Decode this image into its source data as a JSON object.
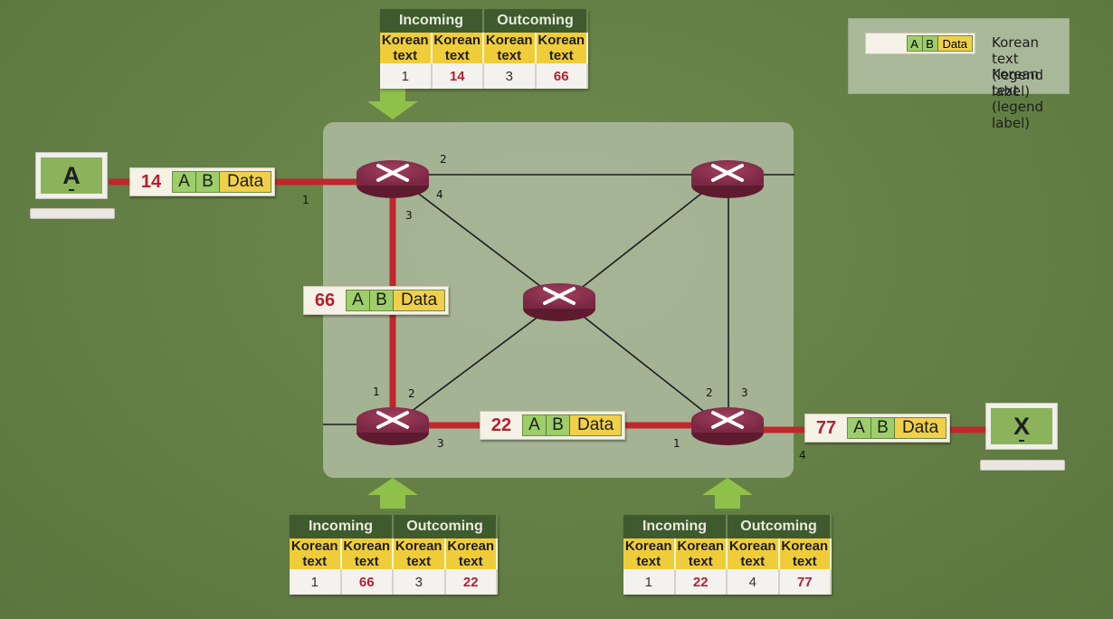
{
  "legend": {
    "datagram_packet": {
      "a": "A",
      "b": "B",
      "data": "Data"
    },
    "datagram_label": "Korean text (legend label)",
    "vc_label": "Korean text (legend label)"
  },
  "hosts": {
    "a": "A",
    "x": "X"
  },
  "packets": [
    {
      "label": "14",
      "a": "A",
      "b": "B",
      "data": "Data"
    },
    {
      "label": "66",
      "a": "A",
      "b": "B",
      "data": "Data"
    },
    {
      "label": "22",
      "a": "A",
      "b": "B",
      "data": "Data"
    },
    {
      "label": "77",
      "a": "A",
      "b": "B",
      "data": "Data"
    }
  ],
  "tables": [
    {
      "incoming": "Incoming",
      "outcoming": "Outcoming",
      "cols": [
        "Korean text",
        "Korean text",
        "Korean text",
        "Korean text"
      ],
      "in_port": "1",
      "in_label": "14",
      "out_port": "3",
      "out_label": "66"
    },
    {
      "incoming": "Incoming",
      "outcoming": "Outcoming",
      "cols": [
        "Korean text",
        "Korean text",
        "Korean text",
        "Korean text"
      ],
      "in_port": "1",
      "in_label": "66",
      "out_port": "3",
      "out_label": "22"
    },
    {
      "incoming": "Incoming",
      "outcoming": "Outcoming",
      "cols": [
        "Korean text",
        "Korean text",
        "Korean text",
        "Korean text"
      ],
      "in_port": "1",
      "in_label": "22",
      "out_port": "4",
      "out_label": "77"
    }
  ],
  "ports": {
    "r1_p1": "1",
    "r1_p2": "2",
    "r1_p3": "3",
    "r1_p4": "4",
    "r4_p1": "1",
    "r4_p2": "2",
    "r4_p3": "3",
    "r5_p1": "1",
    "r5_p2": "2",
    "r5_p3": "3",
    "r5_p4": "4"
  },
  "colors": {
    "virtual_circuit": "#c0272d",
    "router": "#8e2f4e",
    "background": "#647f45",
    "network_area": "#a9b79a"
  }
}
